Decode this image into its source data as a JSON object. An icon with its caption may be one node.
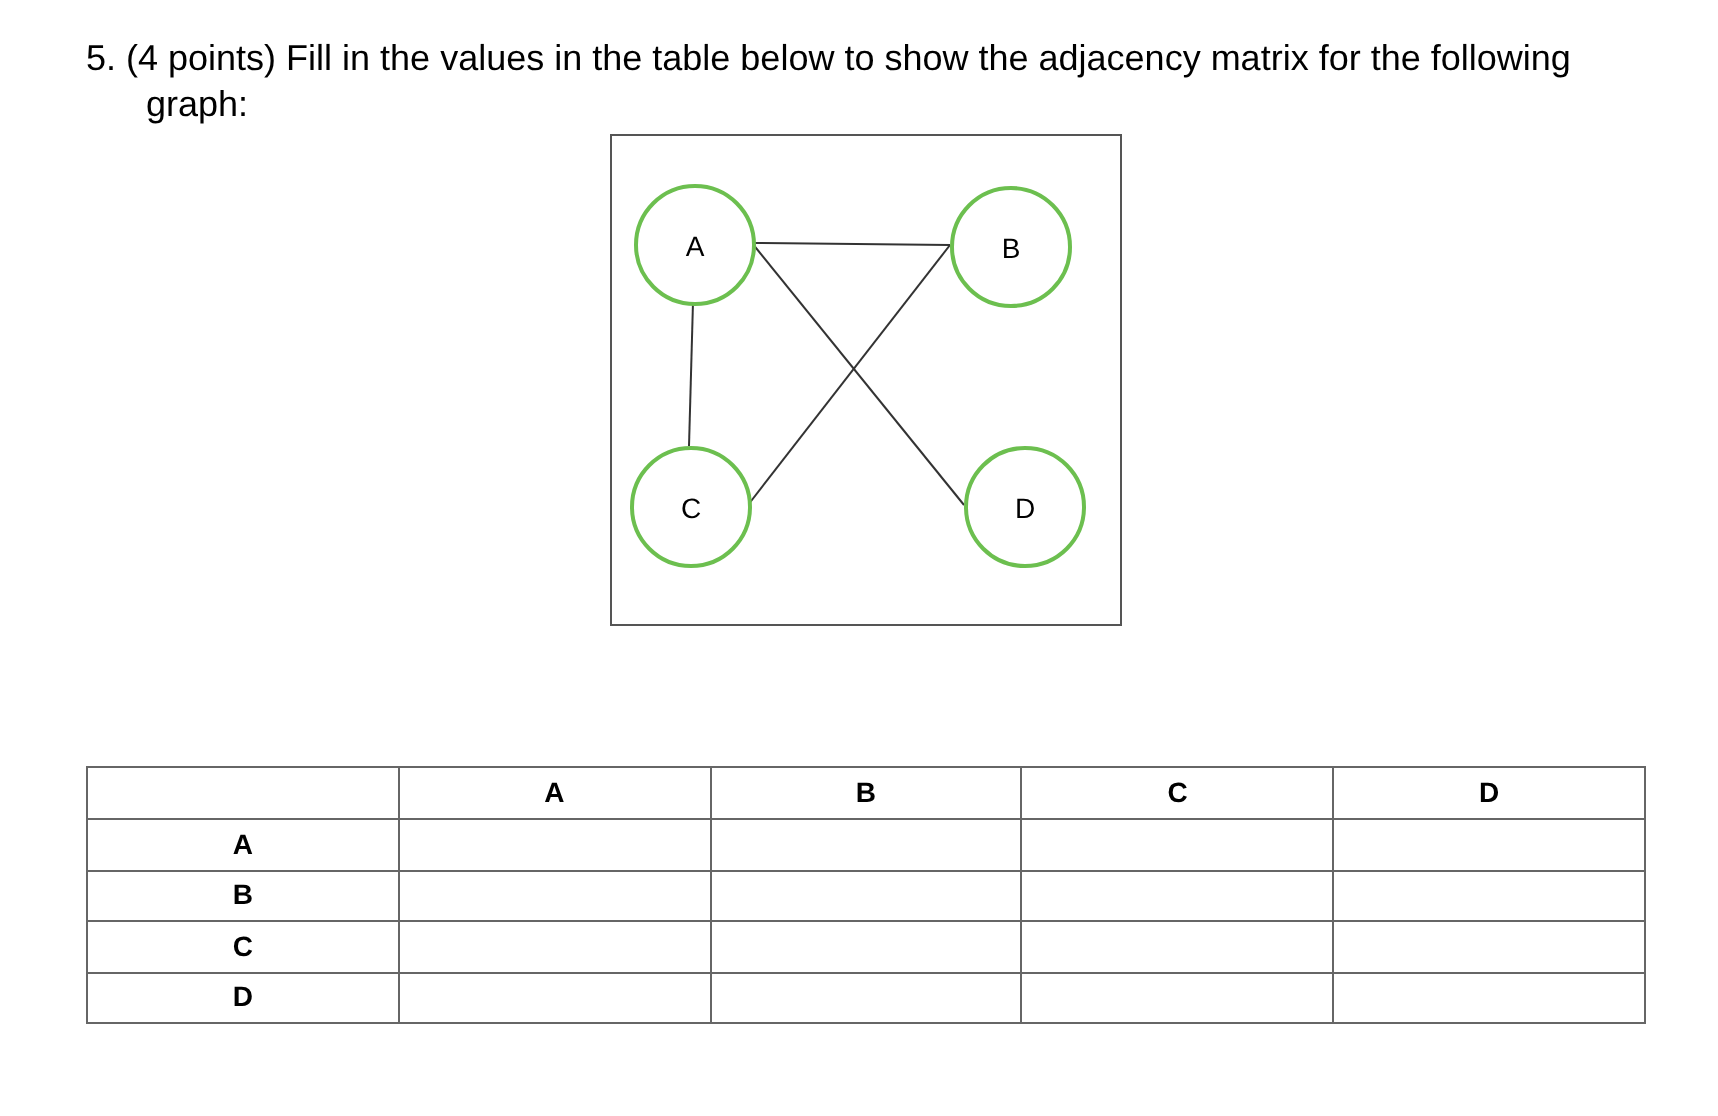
{
  "diagram": {
    "title": "5. (4 points) Fill in the values in the table below to show the adjacency matrix for the following graph:",
    "nodes": [
      {
        "text": [],
        "shape": "box"
      },
      {
        "text": [
          "A"
        ],
        "in": 0
      },
      {
        "text": [
          "B"
        ],
        "in": 0
      },
      {
        "text": [
          "C"
        ],
        "in": 0
      },
      {
        "text": [
          "D"
        ],
        "in": 0
      }
    ],
    "edges": [
      {
        "from": 1,
        "to": 2,
        "arrow": "none"
      },
      {
        "from": 1,
        "to": 3,
        "arrow": "none"
      },
      {
        "from": 1,
        "to": 4,
        "arrow": "none"
      },
      {
        "from": 2,
        "to": 3,
        "arrow": "none"
      }
    ],
    "labels": [
      "A",
      "B",
      "C",
      "D",
      "A",
      "B",
      "C",
      "D"
    ]
  }
}
